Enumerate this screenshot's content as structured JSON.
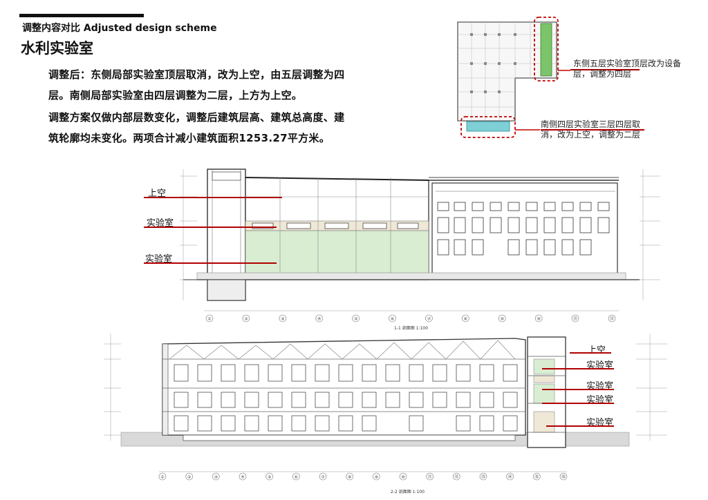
{
  "header": {
    "subtitle": "调整内容对比 Adjusted design scheme",
    "title": "水利实验室"
  },
  "description": [
    "调整后：东侧局部实验室顶层取消，改为上空，由五层调整为四",
    "层。南侧局部实验室由四层调整为二层，上方为上空。",
    "调整方案仅做内部层数变化，调整后建筑层高、建筑总高度、建",
    "筑轮廓均未变化。两项合计减小建筑面积1253.27平方米。"
  ],
  "plan_notes": {
    "east": "东侧五层实验室顶层改为设备层，调整为四层",
    "south": "南侧四层实验室三层四层取消，改为上空，调整为二层"
  },
  "section_a": {
    "labels": [
      "上空",
      "实验室",
      "实验室"
    ],
    "axis_numbers": [
      "①",
      "②",
      "③",
      "④",
      "⑤",
      "⑥",
      "⑦",
      "⑧",
      "⑨",
      "⑩",
      "⑪",
      "⑫"
    ],
    "caption": "1-1 剖面图 1:100"
  },
  "section_b": {
    "labels": [
      "上空",
      "实验室",
      "实验室",
      "实验室",
      "实验室"
    ],
    "axis_numbers": [
      "①",
      "②",
      "③",
      "④",
      "⑤",
      "⑥",
      "⑦",
      "⑧",
      "⑨",
      "⑩",
      "⑪",
      "⑫",
      "⑬",
      "⑭",
      "⑮",
      "⑯"
    ],
    "caption": "2-2 剖面图 1:100"
  },
  "colors": {
    "accent_red": "#b10000",
    "green_fill": "#d8edd2",
    "cyan_fill": "#7fd0d6",
    "beige_fill": "#efe8d6"
  }
}
